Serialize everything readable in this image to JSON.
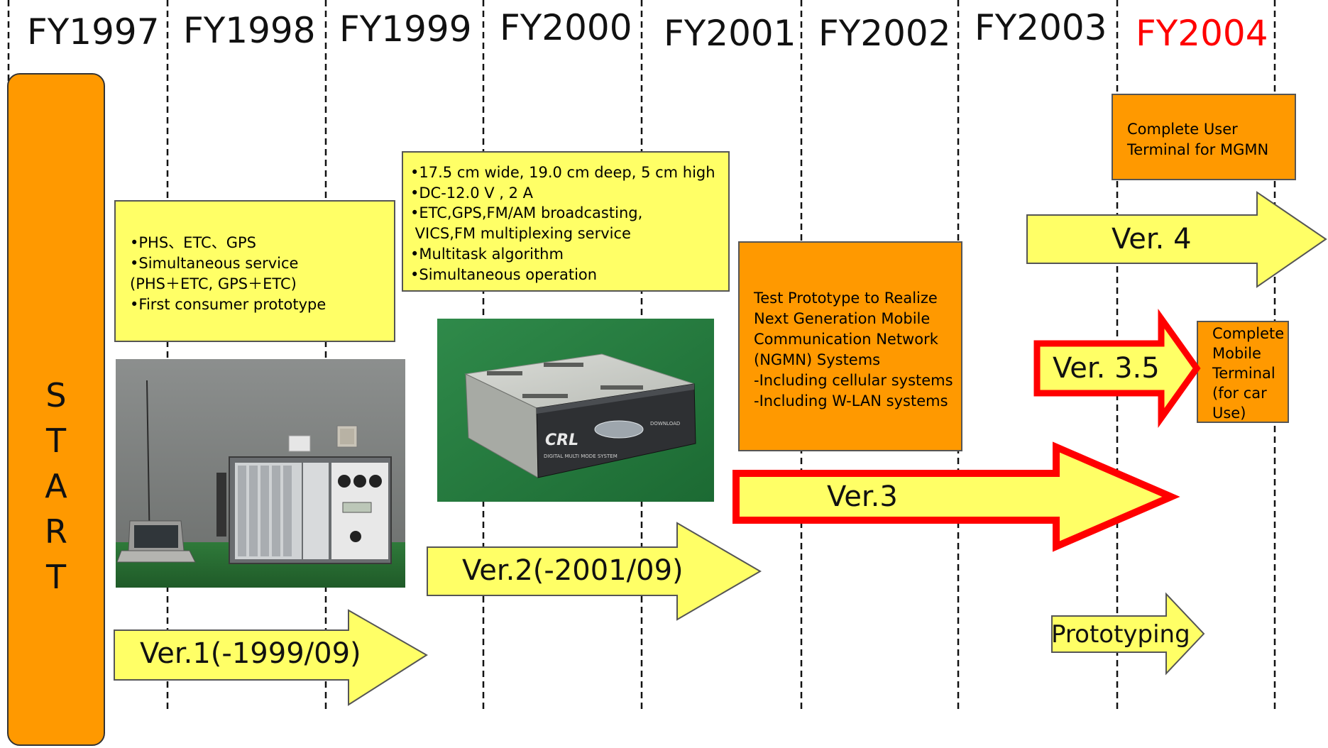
{
  "years": [
    "FY1997",
    "FY1998",
    "FY1999",
    "FY2000",
    "FY2001",
    "FY2002",
    "FY2003",
    "FY2004"
  ],
  "colors": {
    "yellow": "#ffff66",
    "orange": "#ff9900",
    "highlight_red": "#ff0000"
  },
  "start": {
    "letters": [
      "S",
      "T",
      "A",
      "R",
      "T"
    ]
  },
  "ver1_box": {
    "lines": [
      "•PHS、ETC、GPS",
      "•Simultaneous service",
      "(PHS＋ETC, GPS＋ETC)",
      "•First consumer prototype"
    ]
  },
  "ver2_box": {
    "lines": [
      "•17.5 cm wide, 19.0 cm deep, 5 cm high",
      "•DC-12.0 V , 2 A",
      "•ETC,GPS,FM/AM broadcasting,",
      " VICS,FM multiplexing service",
      "•Multitask algorithm",
      "•Simultaneous operation"
    ]
  },
  "ver3_box": {
    "lines": [
      "Test Prototype to Realize",
      "Next Generation Mobile",
      "Communication Network",
      "(NGMN) Systems",
      "-Including cellular systems",
      "-Including W-LAN systems"
    ]
  },
  "ver4_box": {
    "lines": [
      "Complete User",
      "Terminal for MGMN"
    ]
  },
  "ver35_box": {
    "lines": [
      "Complete",
      "Mobile",
      "Terminal",
      "(for car",
      "Use)"
    ]
  },
  "arrows": {
    "ver1": "Ver.1(-1999/09)",
    "ver2": "Ver.2(-2001/09)",
    "ver3": "Ver.3",
    "ver35": "Ver. 3.5",
    "ver4": "Ver. 4",
    "prototyping": "Prototyping"
  },
  "photos": {
    "rack_device": "rack-mounted-prototype-photo",
    "compact_unit": "compact-multimode-unit-photo",
    "unit_brand": "CRL",
    "unit_caption": "DIGITAL MULTI MODE SYSTEM",
    "unit_badge": "DOWNLOAD"
  }
}
